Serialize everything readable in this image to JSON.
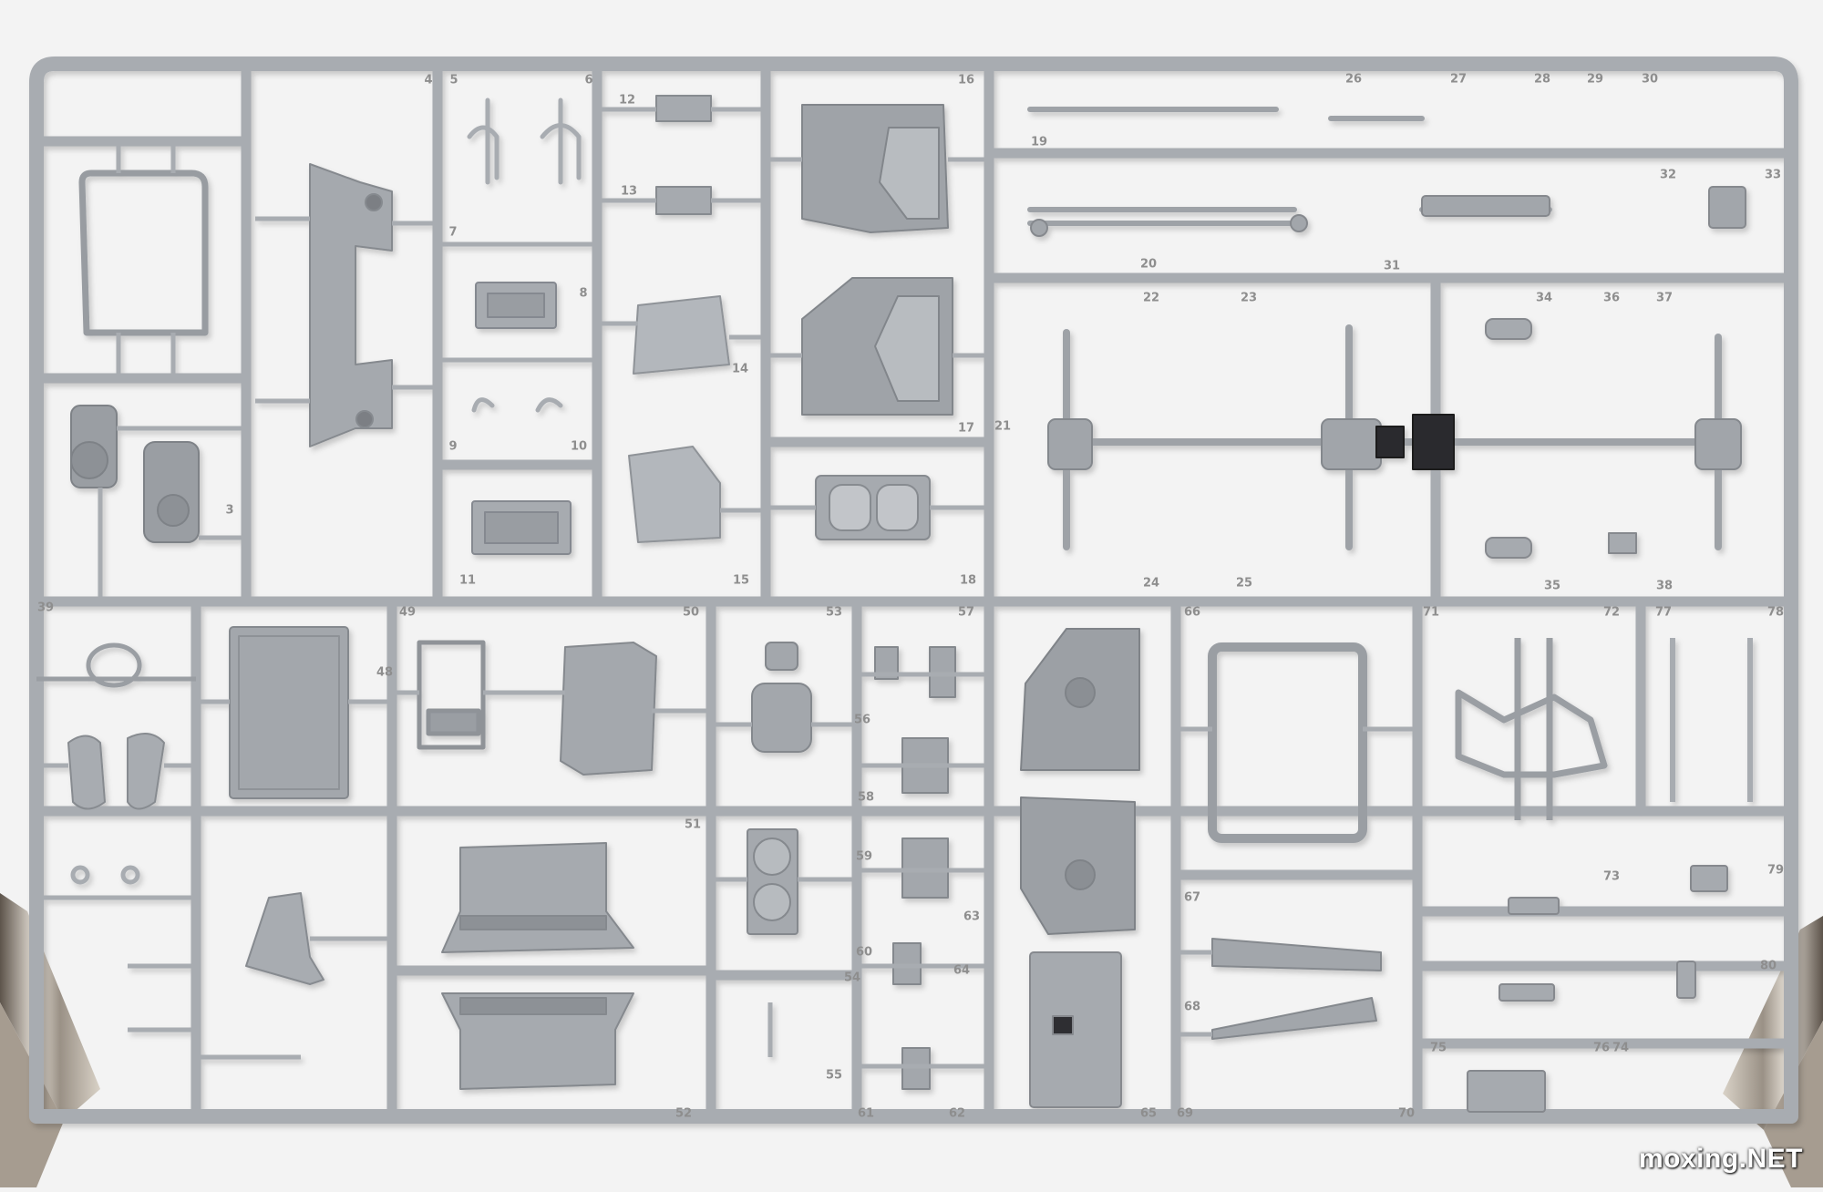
{
  "watermark": "moxing.NET",
  "part_numbers": [
    "3",
    "4",
    "5",
    "6",
    "7",
    "8",
    "9",
    "10",
    "11",
    "12",
    "13",
    "14",
    "15",
    "16",
    "17",
    "18",
    "19",
    "20",
    "21",
    "22",
    "23",
    "24",
    "25",
    "26",
    "27",
    "28",
    "29",
    "30",
    "31",
    "32",
    "33",
    "34",
    "35",
    "36",
    "37",
    "38",
    "39",
    "48",
    "49",
    "50",
    "51",
    "52",
    "53",
    "54",
    "55",
    "56",
    "57",
    "58",
    "59",
    "60",
    "61",
    "62",
    "63",
    "64",
    "65",
    "66",
    "67",
    "68",
    "69",
    "70",
    "71",
    "72",
    "73",
    "74",
    "75",
    "76",
    "77",
    "78",
    "79",
    "80"
  ],
  "colors": {
    "background": "#f3f3f3",
    "plastic": "#a8acb1",
    "plastic_dark": "#878b90",
    "plastic_light": "#c4c7cb",
    "metal": "#b9b2a8"
  }
}
